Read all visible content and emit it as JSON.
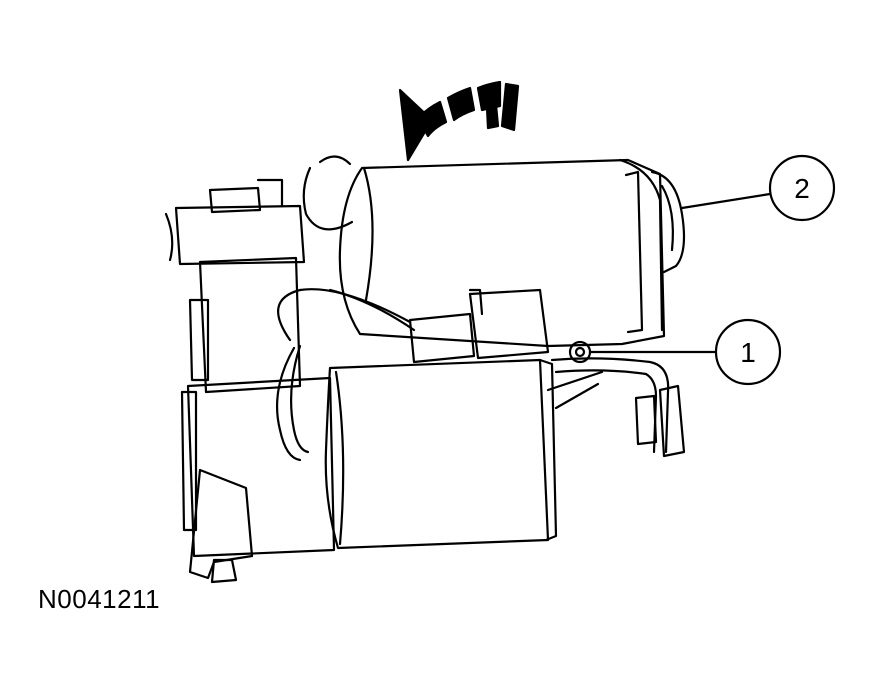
{
  "figure": {
    "id": "N0041211",
    "callouts": [
      {
        "number": "1",
        "target": "retaining-bolt"
      },
      {
        "number": "2",
        "target": "dryer-cover"
      }
    ]
  },
  "colors": {
    "line": "#000000",
    "background": "#ffffff"
  }
}
